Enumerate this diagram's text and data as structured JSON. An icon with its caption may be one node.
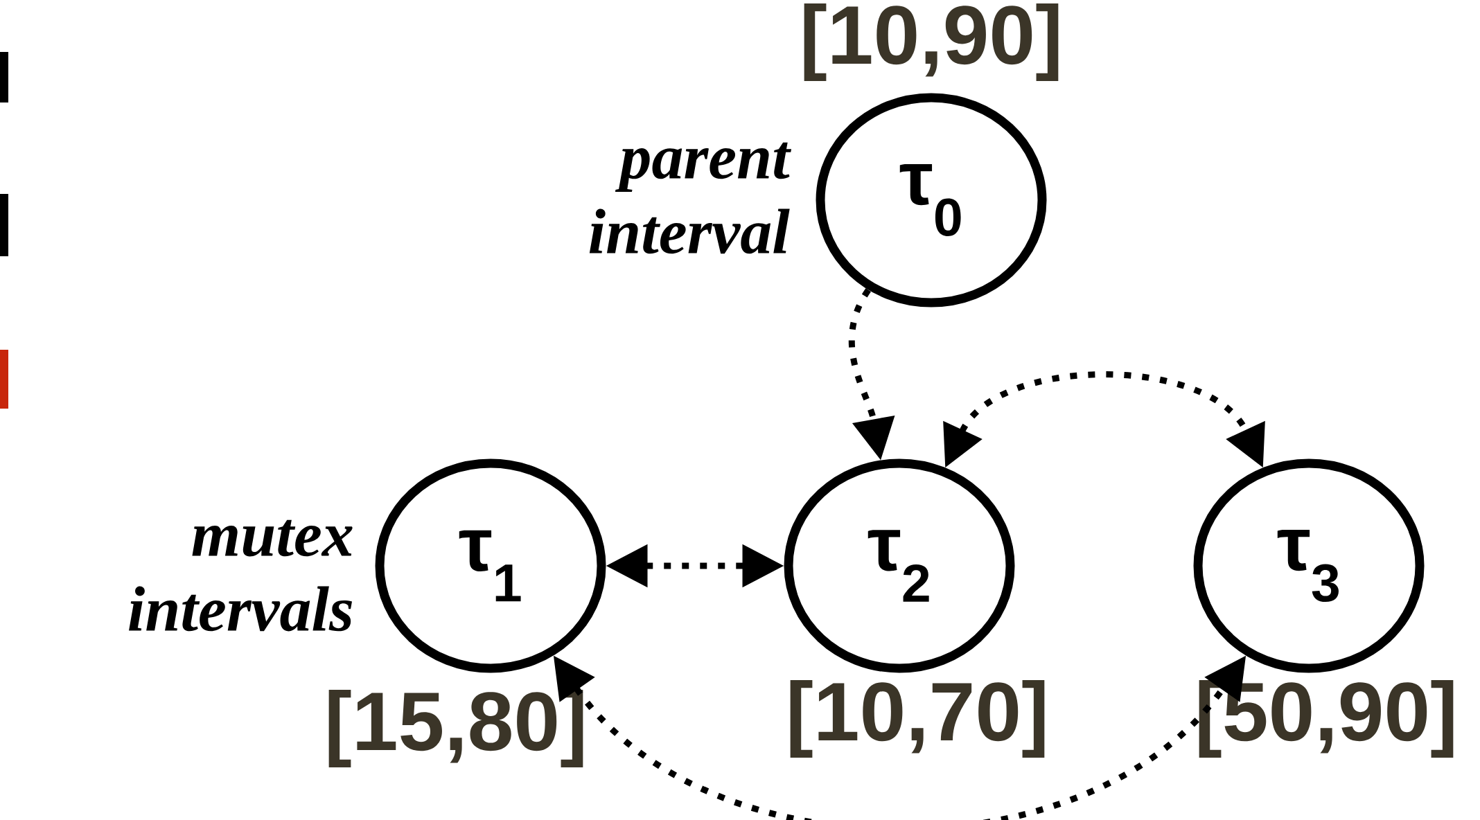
{
  "diagram": {
    "nodes": [
      {
        "text": [
          "τ$_{0}$"
        ],
        "beside": [
          "[10,90]"
        ]
      },
      {
        "text": [
          "τ$_{1}$"
        ],
        "beside": [
          "[15,80]"
        ]
      },
      {
        "text": [
          "τ$_{2}$"
        ],
        "beside": [
          "[10,70]"
        ]
      },
      {
        "text": [
          "τ$_{3}$"
        ],
        "beside": [
          "[50,90]"
        ]
      }
    ],
    "edges": [
      {
        "from": 0,
        "to": 2,
        "arrow": "to",
        "style": "dashed"
      },
      {
        "from": 1,
        "to": 2,
        "arrow": "both",
        "style": "dashed"
      },
      {
        "from": 2,
        "to": 3,
        "arrow": "both",
        "style": "dashed"
      },
      {
        "from": 1,
        "to": 3,
        "arrow": "both",
        "style": "dashed"
      }
    ],
    "labels": [
      "parent interval",
      "mutex intervals"
    ]
  }
}
